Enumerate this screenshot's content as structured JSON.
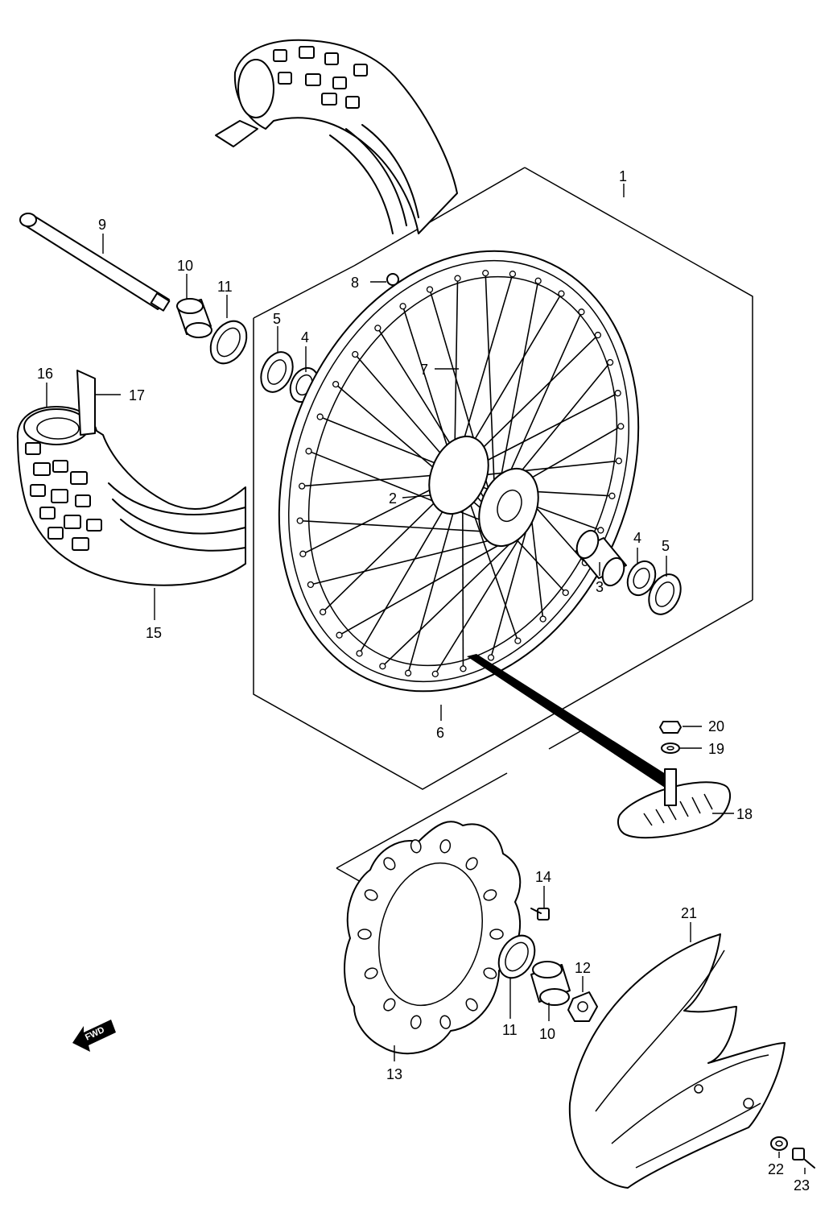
{
  "diagram": {
    "fwd_label": "FWD",
    "callouts": {
      "c1": "1",
      "c2": "2",
      "c3": "3",
      "c4a": "4",
      "c4b": "4",
      "c5a": "5",
      "c5b": "5",
      "c6": "6",
      "c7": "7",
      "c8": "8",
      "c9": "9",
      "c10a": "10",
      "c10b": "10",
      "c11a": "11",
      "c11b": "11",
      "c12": "12",
      "c13": "13",
      "c14": "14",
      "c15": "15",
      "c16": "16",
      "c17": "17",
      "c18": "18",
      "c19": "19",
      "c20": "20",
      "c21": "21",
      "c22": "22",
      "c23": "23"
    }
  }
}
